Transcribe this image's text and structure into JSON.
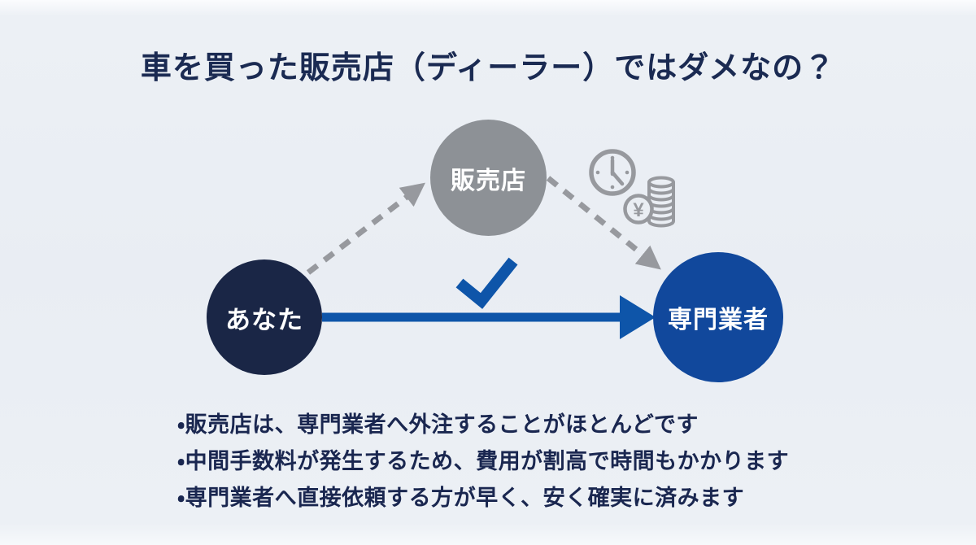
{
  "title": "車を買った販売店（ディーラー）ではダメなの？",
  "diagram": {
    "nodes": {
      "dealer": {
        "label": "販売店",
        "color": "#8d9196"
      },
      "you": {
        "label": "あなた",
        "color": "#1a2646"
      },
      "specialist": {
        "label": "専門業者",
        "color": "#11489c"
      }
    },
    "icons": {
      "clock": "clock",
      "money": "yen-coin-stack",
      "money_glyph": "¥",
      "check": "checkmark"
    },
    "colors": {
      "accent_blue": "#0e55a9",
      "dashed_gray": "#97999e",
      "title_navy": "#1a2a52"
    }
  },
  "bullets": {
    "items": [
      "・販売店は、専門業者へ外注することがほとんどです",
      "・中間手数料が発生するため、費用が割高で時間もかかります",
      "・専門業者へ直接依頼する方が早く、安く確実に済みます"
    ]
  }
}
